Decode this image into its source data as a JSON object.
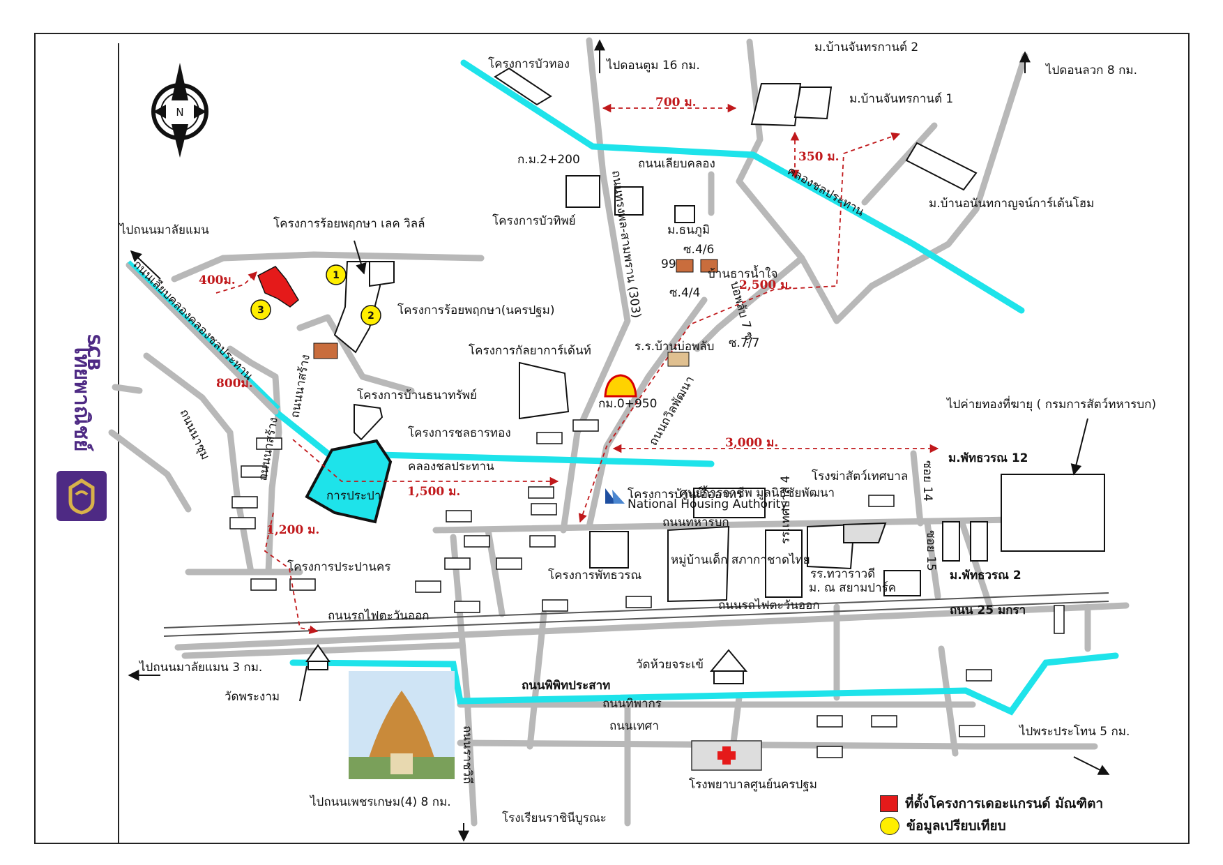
{
  "brand": {
    "name": "ไทยพาณิชย์",
    "abbr": "SCB",
    "color": "#4e2a84"
  },
  "compass": {
    "north_label": "N"
  },
  "colors": {
    "road": "#b8b8b8",
    "canal": "#1ee3ea",
    "distance": "#c0181b",
    "project": "#e51a1a",
    "compare": "#ffee00"
  },
  "labels": {
    "bua_thong": "โครงการบัวทอง",
    "to_don_tum": "ไปดอนตูม 16 กม.",
    "ban_chan_2": "ม.บ้านจันทรกานต์ 2",
    "ban_chan_1": "ม.บ้านจันทรกานต์ 1",
    "to_don_luak": "ไปดอนลวก 8 กม.",
    "km_2200": "ก.ม.2+200",
    "rd_liab_khlong": "ถนนเลียบคลอง",
    "bua_thip": "โครงการบัวทิพย์",
    "ban_anan": "ม.บ้านอนันทกาญจน์การ์เด้นโฮม",
    "to_malaiman": "ไปถนนมาลัยแมน",
    "roi_lake": "โครงการร้อยพฤกษา เลค วิลล์",
    "roi_nakhon": "โครงการร้อยพฤกษา(นครปฐม)",
    "thanaphum": "ม.ธนภูมิ",
    "soi_4_6": "ซ.4/6",
    "soi_4_4": "ซ.4/4",
    "num_99": "99",
    "ban_nam_jai": "บ้านธารน้ำใจ",
    "bo_phlap_7": "บ่อพลับ 7 ซ.",
    "rd_303": "ถนนทรงพล-สามพราน (303)",
    "kanlaya": "โครงการกัลยาการ์เด้นท์",
    "school_bo_phlap": "ร.ร.บ้านบ่อพลับ",
    "soi_7_7": "ซ.7/7",
    "km_0950": "กม.0+950",
    "thanasap": "โครงการบ้านธนาทรัพย์",
    "chonthan": "โครงการชลธารทอง",
    "rd_liab_canal": "ถนนเลียบคลองคลองชลประทาน",
    "rd_nasang": "ถนนนาสร้าง",
    "rd_nasang_2": "ถนนนาสร้าง",
    "rd_nachum": "ถนนนาชุม",
    "rd_thawi": "ถนนถวิลพัฒนา",
    "to_army_camp": "ไปค่ายทองที่ฆายุ ( กรมการสัตว์ทหารบก)",
    "khlong_chonprathan": "คลองชลประทาน",
    "khlong_chonprathan_2": "คลองชลประทาน",
    "waterworks": "การประปา",
    "nha": "โครงการบ้านเอื้ออาทร",
    "nha_en": "National Housing Authority",
    "vocational": "ศูนย์การอาชีพ มูลนิธิชัยพัฒนา",
    "slaughter": "โรงฆ่าสัตว์เทศบาล",
    "soi_14": "ซอย 14",
    "soi_15": "ซอย 15",
    "phatthara_12": "ม.พัทธวรณ 12",
    "phatthara_2": "ม.พัทธวรณ 2",
    "rd_thahan_bok": "ถนนทหารบก",
    "khrong_prapa": "โครงการประปานคร",
    "phatthara_proj": "โครงการพัทธวรณ",
    "red_cross": "หมู่บ้านเด็ก สภากาชาดไทย",
    "school_thesaban": "รร.เทศบาล 4",
    "school_thawarawadi": "รร.ทวาราวดี",
    "siam_park": "ม. ณ สยามปาร์ค",
    "rd_rail_east": "ถนนรถไฟตะวันออก",
    "rd_rail_east_2": "ถนนรถไฟตะวันออก",
    "rd_25_jan": "ถนน 25 มกรา",
    "to_malaiman_3": "ไปถนนมาลัยแมน 3 กม.",
    "wat_phra_ngam": "วัดพระงาม",
    "wat_huai": "วัดห้วยจระเข้",
    "rd_phiphit": "ถนนพิพิทประสาท",
    "rd_thiphakon": "ถนนทิพากร",
    "rd_thet": "ถนนเทศา",
    "rd_rajavithi": "ถนนราชวิถี",
    "to_phra_pathon": "ไปพระประโทน 5 กม.",
    "hospital": "โรงพยาบาลศูนย์นครปฐม",
    "to_phetkasem": "ไปถนนเพชรเกษม(4) 8 กม.",
    "school_rachini": "โรงเรียนราชินีบูรณะ"
  },
  "distances": {
    "d700": "700 ม.",
    "d350": "350 ม.",
    "d400": "400ม.",
    "d2500": "2,500 ม.",
    "d800": "800ม.",
    "d3000": "3,000 ม.",
    "d1500": "1,500 ม.",
    "d1200": "1,200 ม."
  },
  "markers": {
    "m1": "1",
    "m2": "2",
    "m3": "3"
  },
  "legend": {
    "project": "ที่ตั้งโครงการเดอะแกรนด์ มัณฑิตา",
    "compare": "ข้อมูลเปรียบเทียบ"
  }
}
